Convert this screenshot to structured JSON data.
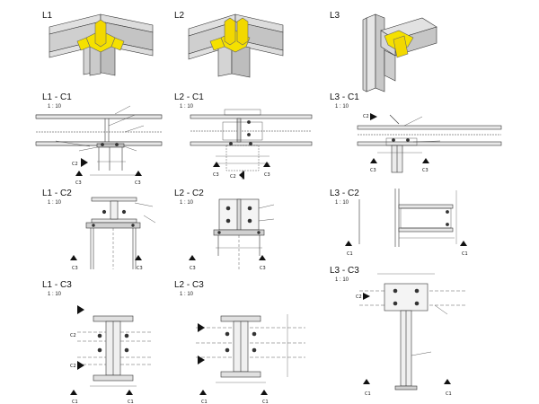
{
  "views": {
    "l1": "L1",
    "l2": "L2",
    "l3": "L3"
  },
  "details": {
    "l1c1": "L1 - C1",
    "l2c1": "L2 - C1",
    "l3c1": "L3 - C1",
    "l1c2": "L1 - C2",
    "l2c2": "L2 - C2",
    "l3c2": "L3 - C2",
    "l1c3": "L1 - C3",
    "l2c3": "L2 - C3",
    "l3c3": "L3 - C3"
  },
  "scale": "1 : 10",
  "section_markers": {
    "c1": "C1",
    "c2": "C2",
    "c3": "C3"
  },
  "colors": {
    "line": "#333333",
    "steel": "#cfcfcf",
    "steel_dark": "#9a9a9a",
    "connection": "#f5e100",
    "dim": "#555555"
  }
}
